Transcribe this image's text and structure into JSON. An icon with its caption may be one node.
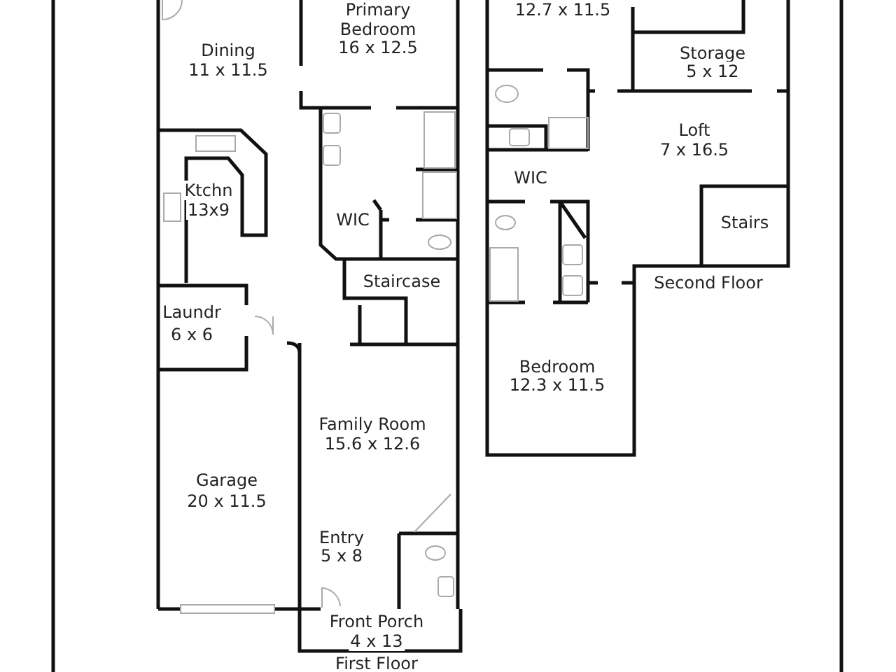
{
  "diagram": {
    "labels": [
      "Primary Bedroom",
      "16 x 12.5",
      "12.7 x 11.5",
      "Dining",
      "11 x 11.5",
      "Storage",
      "5 x 12",
      "Loft",
      "7 x 16.5",
      "Ktchn",
      "13x9",
      "WIC",
      "WIC",
      "Stairs",
      "Second Floor",
      "Staircase",
      "Laundr",
      "6 x 6",
      "Bedroom",
      "12.3 x 11.5",
      "Family Room",
      "15.6 x 12.6",
      "Garage",
      "20 x 11.5",
      "Entry",
      "5 x 8",
      "Front Porch",
      "4 x 13",
      "First Floor"
    ]
  }
}
